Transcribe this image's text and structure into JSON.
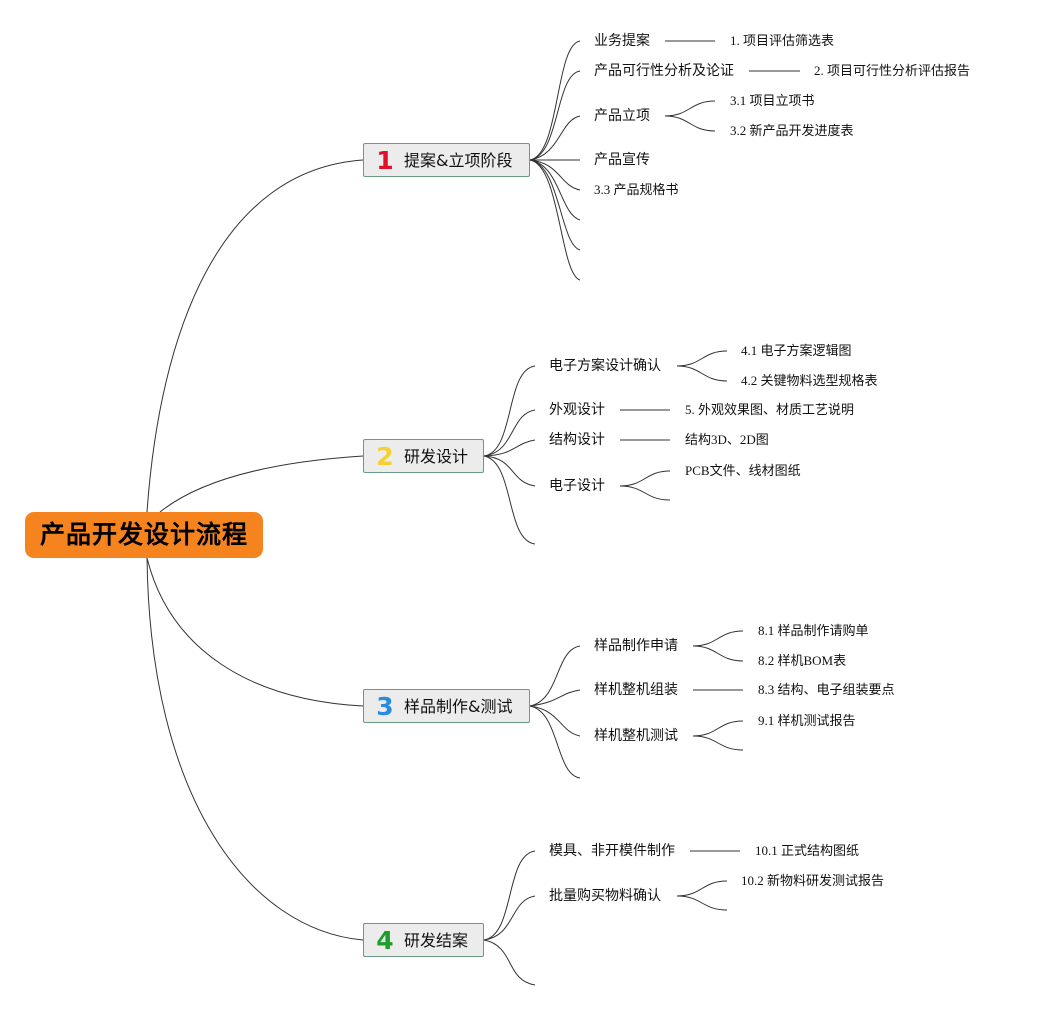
{
  "root": {
    "label": "产品开发设计流程",
    "color": "#f5841f"
  },
  "branches": [
    {
      "num": "1",
      "num_color": "#e0102a",
      "label": "提案&立项阶段",
      "children": [
        {
          "label": "业务提案",
          "leaves": [
            "1. 项目评估筛选表"
          ]
        },
        {
          "label": "产品可行性分析及论证",
          "leaves": [
            "2. 项目可行性分析评估报告"
          ]
        },
        {
          "label": "产品立项",
          "leaves": [
            "3.1 项目立项书",
            "3.2 新产品开发进度表"
          ]
        },
        {
          "label": "产品宣传",
          "leaves": []
        },
        {
          "label": "3.3 产品规格书",
          "leaves": []
        }
      ]
    },
    {
      "num": "2",
      "num_color": "#f5d033",
      "label": "研发设计",
      "children": [
        {
          "label": "电子方案设计确认",
          "leaves": [
            "4.1 电子方案逻辑图",
            "4.2 关键物料选型规格表"
          ]
        },
        {
          "label": "外观设计",
          "leaves": [
            "5. 外观效果图、材质工艺说明"
          ]
        },
        {
          "label": "结构设计",
          "leaves": [
            "结构3D、2D图"
          ]
        },
        {
          "label": "电子设计",
          "leaves": [
            "PCB文件、线材图纸"
          ]
        }
      ]
    },
    {
      "num": "3",
      "num_color": "#2a8be0",
      "label": "样品制作&测试",
      "children": [
        {
          "label": "样品制作申请",
          "leaves": [
            "8.1 样品制作请购单",
            "8.2 样机BOM表"
          ]
        },
        {
          "label": "样机整机组装",
          "leaves": [
            "8.3 结构、电子组装要点"
          ]
        },
        {
          "label": "样机整机测试",
          "leaves": [
            "9.1 样机测试报告"
          ]
        }
      ]
    },
    {
      "num": "4",
      "num_color": "#1e9e2e",
      "label": "研发结案",
      "children": [
        {
          "label": "模具、非开模件制作",
          "leaves": [
            "10.1 正式结构图纸"
          ]
        },
        {
          "label": "批量购买物料确认",
          "leaves": [
            "10.2 新物料研发测试报告"
          ]
        }
      ]
    }
  ]
}
